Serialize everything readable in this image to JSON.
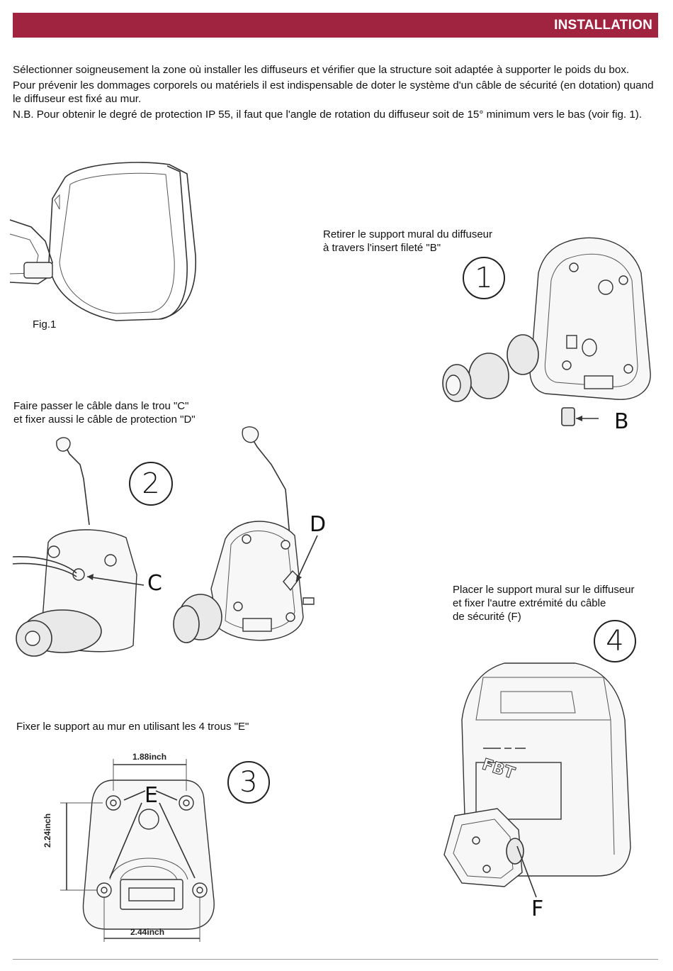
{
  "header": {
    "title": "INSTALLATION",
    "color": "#a0233f"
  },
  "intro": [
    "Sélectionner soigneusement la zone où installer les diffuseurs et vérifier que la structure soit adaptée à supporter le poids du box.",
    "Pour prévenir les dommages corporels ou matériels il est indispensable de doter le système d'un câble de sécurité (en dotation) quand le diffuseur est fixé au mur.",
    "N.B. Pour obtenir le degré de protection IP 55, il faut que l'angle de rotation du diffuseur soit de 15° minimum vers le bas (voir fig. 1)."
  ],
  "fig1": {
    "label": "Fig.1"
  },
  "step1": {
    "number": "1",
    "caption_lines": [
      "Retirer le support mural du diffuseur",
      "à travers l'insert fileté \"B\""
    ],
    "callout": "B"
  },
  "step2": {
    "number": "2",
    "caption_lines": [
      "Faire passer le câble dans le trou \"C\"",
      "et fixer aussi le câble de protection \"D\""
    ],
    "callout_c": "C",
    "callout_d": "D"
  },
  "step3": {
    "number": "3",
    "caption": "Fixer le support au mur en utilisant les 4 trous \"E\"",
    "callout": "E",
    "dim_top": "1.88inch",
    "dim_side": "2.24inch",
    "dim_bottom": "2.44inch"
  },
  "step4": {
    "number": "4",
    "caption_lines": [
      "Placer le support mural sur le diffuseur",
      "et fixer l'autre extrémité du câble",
      "de sécurité (F)"
    ],
    "callout": "F",
    "brand": "FBT"
  }
}
